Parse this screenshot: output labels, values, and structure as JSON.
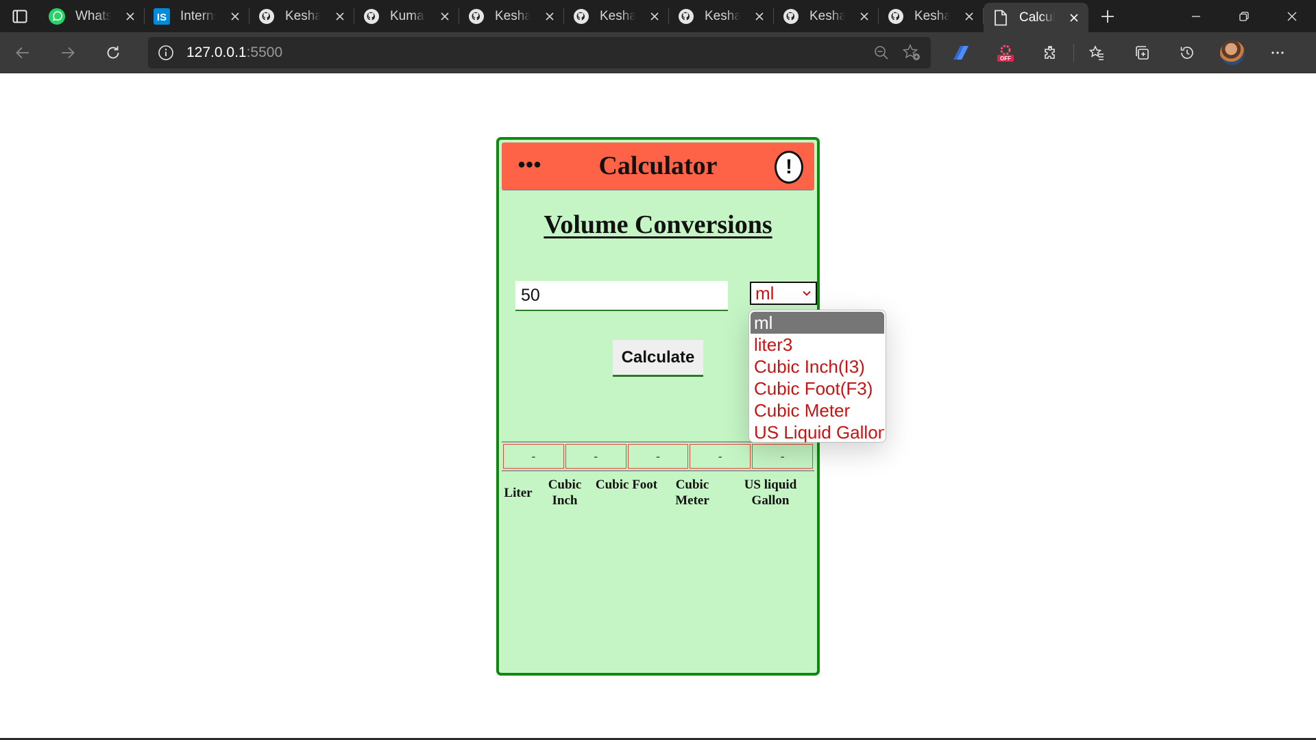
{
  "browser": {
    "tabs": [
      {
        "title": "WhatsApp",
        "icon": "whatsapp-icon",
        "color": "#25d366"
      },
      {
        "title": "Internshala",
        "icon": "internshala-icon",
        "color": "#008bdc"
      },
      {
        "title": "Keshav",
        "icon": "github-icon"
      },
      {
        "title": "Kumau",
        "icon": "github-icon"
      },
      {
        "title": "Keshav",
        "icon": "github-icon"
      },
      {
        "title": "Keshav",
        "icon": "github-icon"
      },
      {
        "title": "Keshav",
        "icon": "github-icon"
      },
      {
        "title": "Keshav",
        "icon": "github-icon"
      },
      {
        "title": "Keshav",
        "icon": "github-icon"
      },
      {
        "title": "Calculator",
        "icon": "page-icon",
        "active": true
      }
    ],
    "url_host": "127.0.0.1",
    "url_port": ":5500"
  },
  "app": {
    "title": "Calculator",
    "menu_icon": "•••",
    "info_icon": "!",
    "section_title": "Volume Conversions",
    "input_value": "50",
    "selected_unit": "ml",
    "calculate_label": "Calculate",
    "unit_options": [
      "ml",
      "liter3",
      "Cubic Inch(I3)",
      "Cubic Foot(F3)",
      "Cubic Meter",
      "US Liquid Gallon"
    ],
    "results": [
      "-",
      "-",
      "-",
      "-",
      "-"
    ],
    "result_labels": [
      "Liter",
      "Cubic Inch",
      "Cubic Foot",
      "Cubic Meter",
      "US liquid Gallon"
    ]
  },
  "colors": {
    "header": "#ff6347",
    "panel": "#c5f5c5",
    "panel_border": "#0f8a0f",
    "option_text": "#cc1111",
    "selected_option_bg": "#767676"
  }
}
